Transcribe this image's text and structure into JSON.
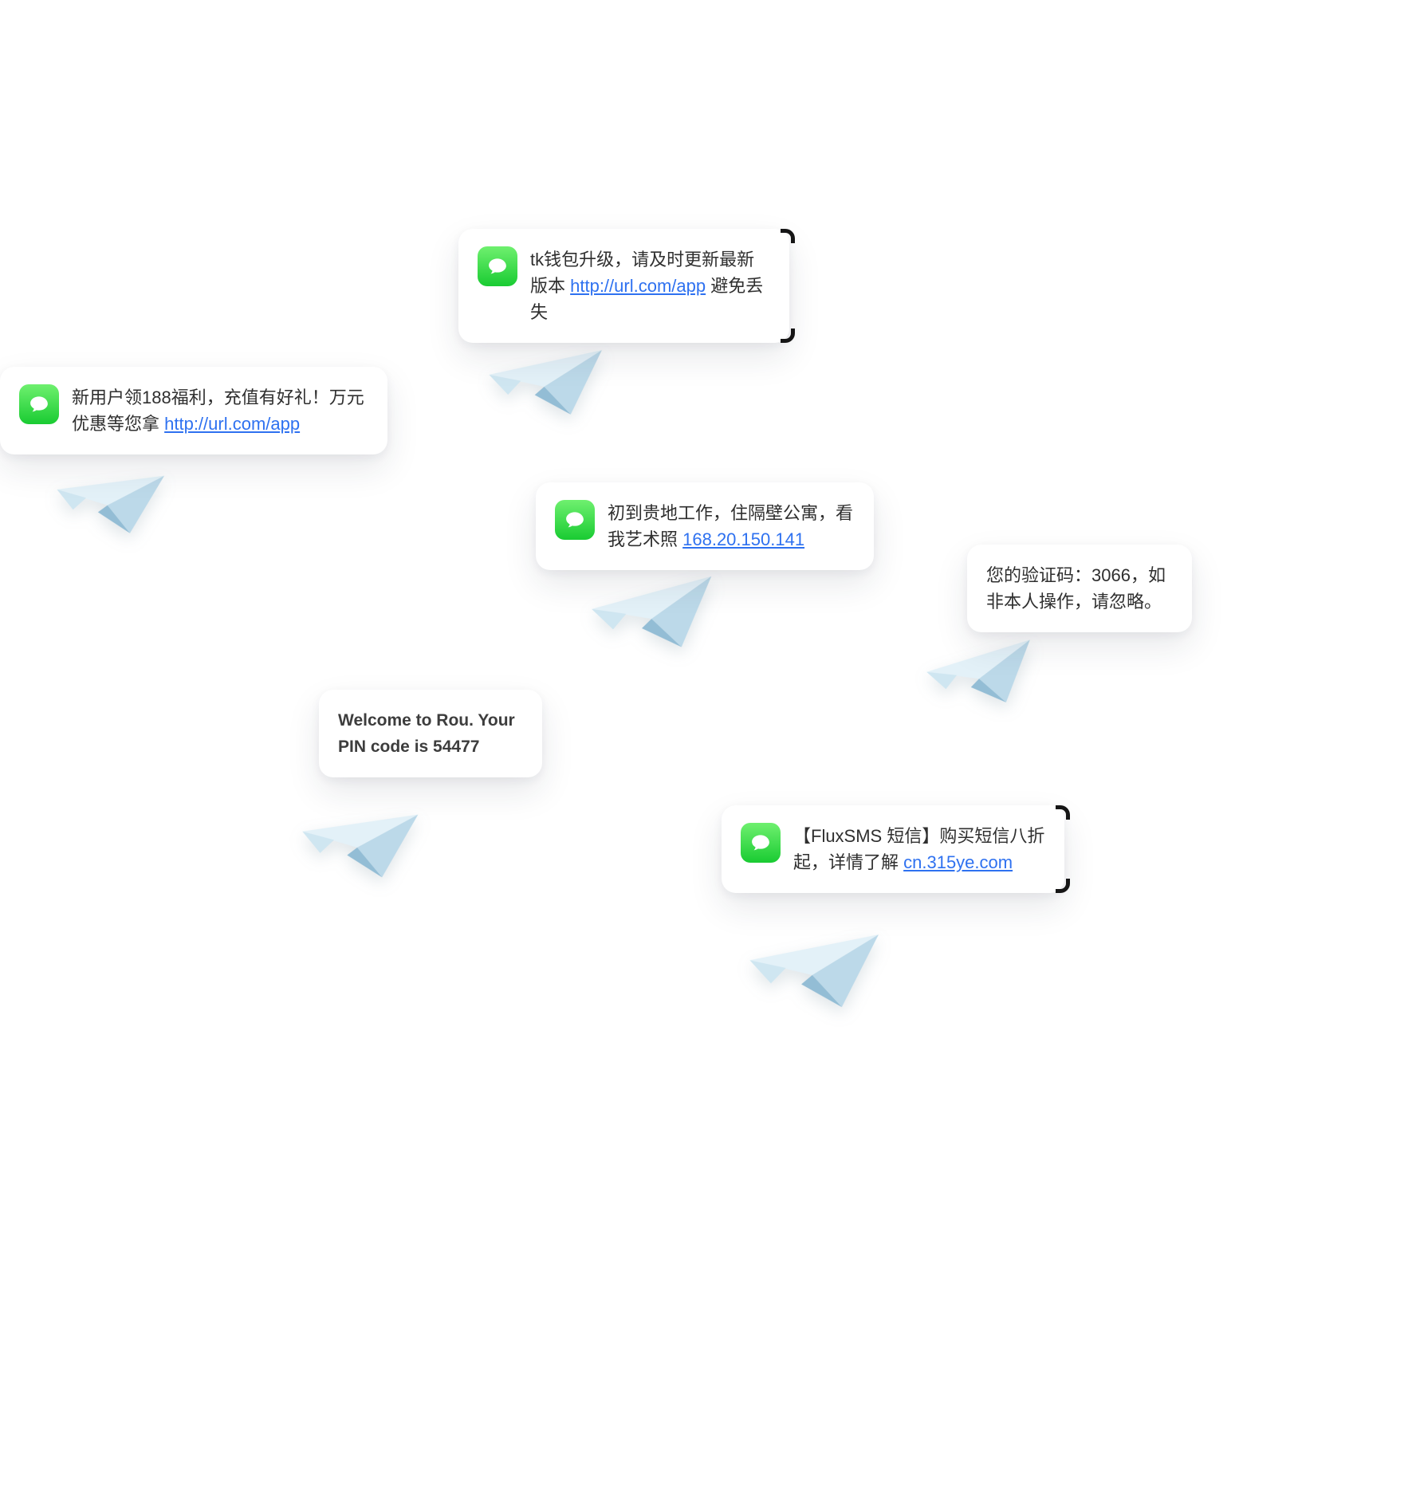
{
  "page": {
    "description_label": "sms-promo-bubbles-illustration"
  },
  "colors": {
    "background": "#ffffff",
    "bubble": "#ffffff",
    "text": "#2f2f2f",
    "link": "#2e71f0",
    "icon_green_top": "#6ff06f",
    "icon_green_bottom": "#19cb32",
    "plane_light": "#e3f1f8",
    "plane_mid": "#bcd9e9",
    "plane_dark": "#93bdd5"
  },
  "messages": [
    {
      "id": "wallet-upgrade",
      "has_icon": true,
      "text_before": "tk钱包升级，请及时更新最新版本 ",
      "link": "http://url.com/app",
      "text_after": " 避免丢失"
    },
    {
      "id": "new-user-bonus",
      "has_icon": true,
      "text_before": "新用户领188福利，充值有好礼！万元优惠等您拿 ",
      "link": "http://url.com/app",
      "text_after": ""
    },
    {
      "id": "neighbor-photo-spam",
      "has_icon": true,
      "text_before": "初到贵地工作，住隔壁公寓，看我艺术照 ",
      "link": "168.20.150.141",
      "text_after": ""
    },
    {
      "id": "verification-code",
      "has_icon": false,
      "text_before": "您的验证码：3066，如非本人操作，请忽略。",
      "link": "",
      "text_after": ""
    },
    {
      "id": "pin-code",
      "has_icon": false,
      "text_before": "Welcome to Rou. Your PIN code is 54477",
      "link": "",
      "text_after": ""
    },
    {
      "id": "fluxsms-promo",
      "has_icon": true,
      "text_before": "【FluxSMS 短信】购买短信八折起，详情了解 ",
      "link": "cn.315ye.com",
      "text_after": ""
    }
  ]
}
